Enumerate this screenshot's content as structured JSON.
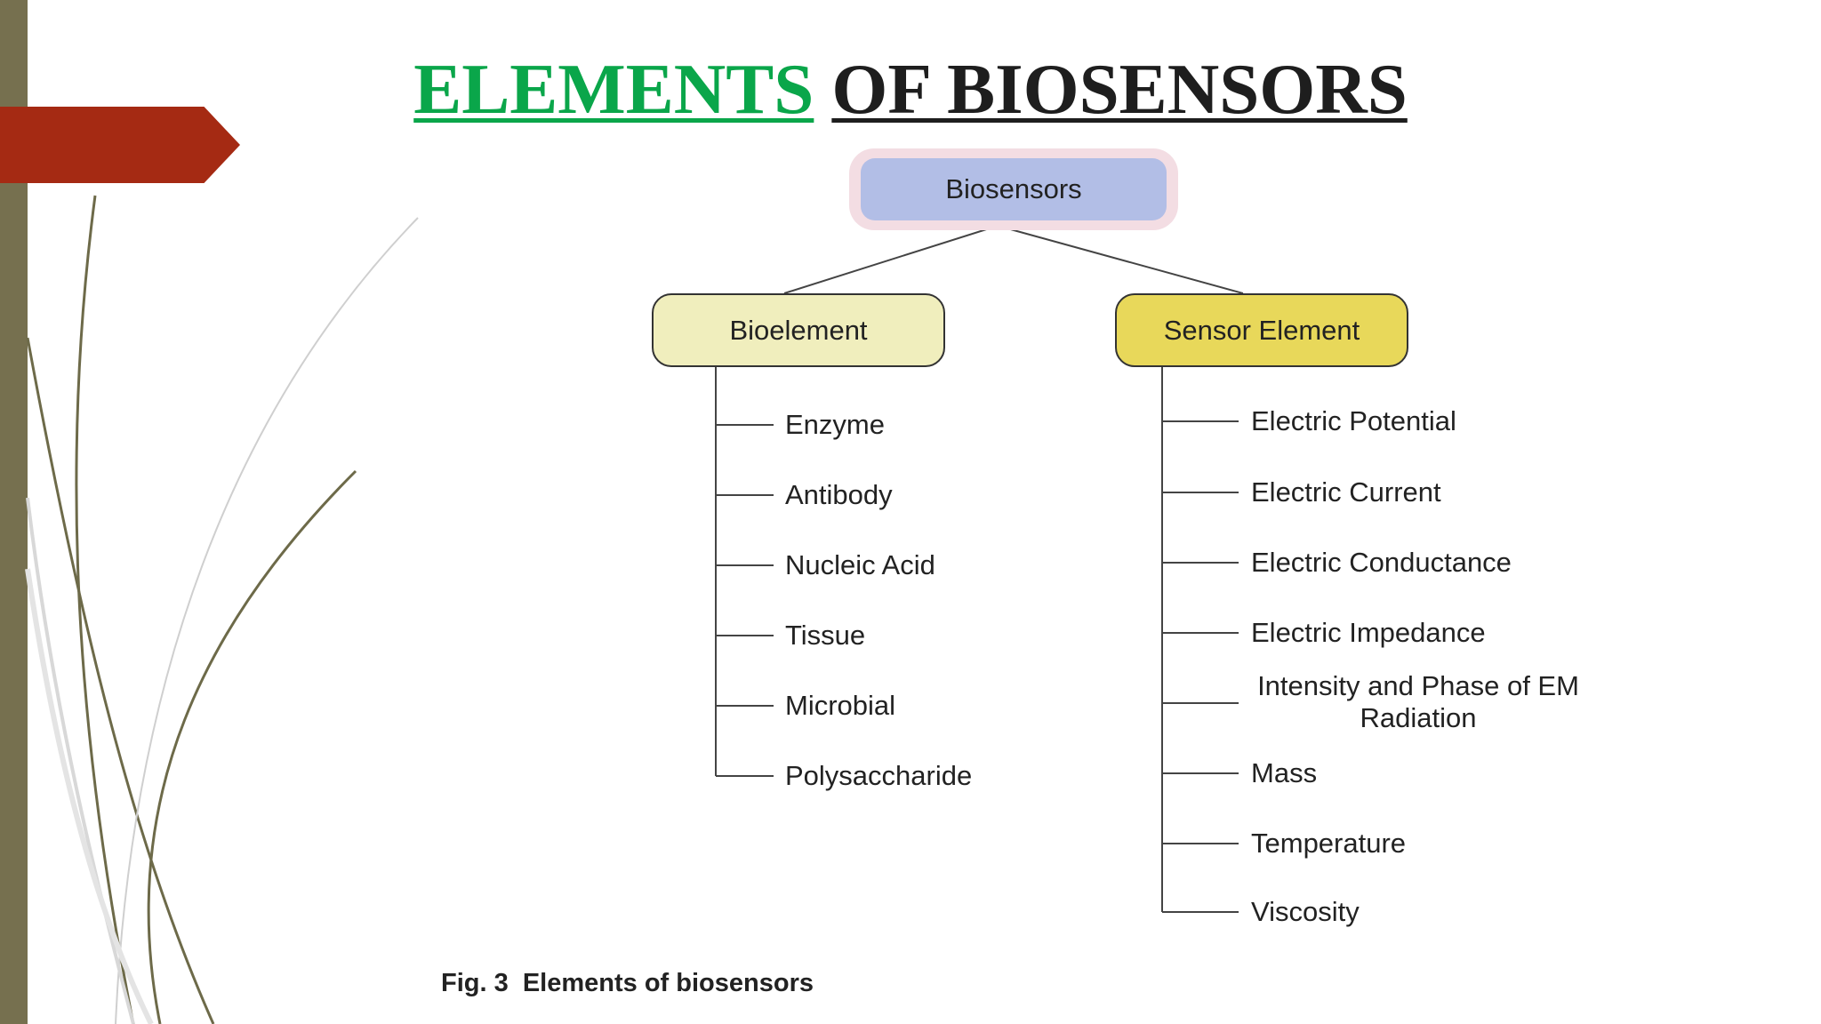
{
  "slide": {
    "title_part1": "ELEMENTS",
    "title_part2": "OF BIOSENSORS",
    "colors": {
      "title_green": "#0aa64a",
      "accent_arrow": "#a52a13",
      "left_bar": "#76704f"
    }
  },
  "diagram": {
    "root": "Biosensors",
    "bioelement": {
      "label": "Bioelement",
      "items": [
        "Enzyme",
        "Antibody",
        "Nucleic Acid",
        "Tissue",
        "Microbial",
        "Polysaccharide"
      ]
    },
    "sensor_element": {
      "label": "Sensor Element",
      "items": [
        "Electric Potential",
        "Electric Current",
        "Electric Conductance",
        "Electric Impedance",
        "Intensity and Phase of EM Radiation",
        "Mass",
        "Temperature",
        "Viscosity"
      ]
    },
    "caption": "Fig. 3  Elements of biosensors"
  }
}
